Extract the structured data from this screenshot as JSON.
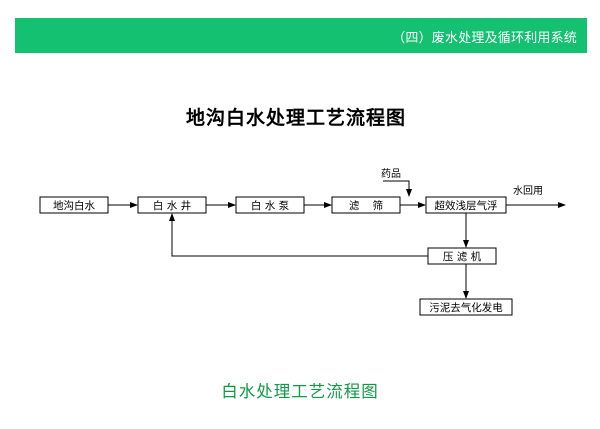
{
  "header": {
    "title": "（四）废水处理及循环利用系统",
    "bar_color": "#14c171"
  },
  "diagram": {
    "title": "地沟白水处理工艺流程图",
    "nodes": {
      "trench_white_water": "地沟白水",
      "white_water_well": "白 水 井",
      "white_water_pump": "白 水 泵",
      "filter_screen": "滤    筛",
      "daf": "超效浅层气浮",
      "filter_press": "压 滤 机",
      "sludge_power": "污泥去气化发电"
    },
    "labels": {
      "chemicals": "药品",
      "water_reuse": "水回用"
    },
    "flows": [
      [
        "地沟白水",
        "白 水 井"
      ],
      [
        "白 水 井",
        "白 水 泵"
      ],
      [
        "白 水 泵",
        "滤    筛"
      ],
      [
        "滤    筛",
        "超效浅层气浮"
      ],
      [
        "药品",
        "超效浅层气浮"
      ],
      [
        "超效浅层气浮",
        "水回用"
      ],
      [
        "超效浅层气浮",
        "压 滤 机"
      ],
      [
        "压 滤 机",
        "白 水 井"
      ],
      [
        "压 滤 机",
        "污泥去气化发电"
      ]
    ]
  },
  "caption": {
    "text": "白水处理工艺流程图",
    "color": "#0f9a46"
  }
}
